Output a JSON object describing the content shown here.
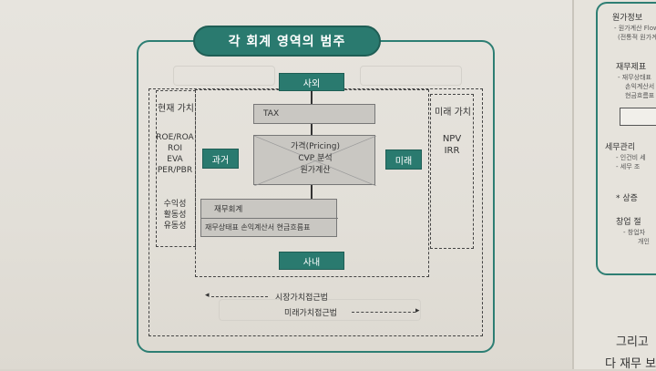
{
  "diagram": {
    "title": "각 회계 영역의 범주",
    "top_box": "사외",
    "bottom_box": "사내",
    "left_box": "과거",
    "right_box": "미래",
    "tax_box": "TAX",
    "center_box": [
      "가격(Pricing)",
      "CVP 분석",
      "원가계산"
    ],
    "financial_box_title": "재무회계",
    "financial_box_items": "재무상태표  손익계산서  현금흐름표",
    "left_panel": {
      "title": "현재 가치",
      "group1": [
        "ROE/ROA",
        "ROI",
        "EVA",
        "PER/PBR"
      ],
      "group2": [
        "수익성",
        "활동성",
        "유동성"
      ]
    },
    "right_panel": {
      "title": "미래 가치",
      "items": [
        "NPV",
        "IRR"
      ]
    },
    "arrow_market": "시장가치접근법",
    "arrow_future": "미래가치접근법"
  },
  "right_page": {
    "items": [
      "원가정보",
      "- 원가계산 Flow",
      "(전통적 원가계산",
      "재무제표",
      "- 재무상태표",
      "손익계산서",
      "현금흐름표",
      "세무관리",
      "- 인건비 세",
      "- 세무 조",
      "* 상증",
      "창업 절",
      "- 창업자",
      "개인"
    ],
    "body_text": [
      "그리고",
      "다 재무 보"
    ]
  },
  "colors": {
    "accent": "#2a7a6f",
    "box_gray": "#c9c7c2",
    "paper": "#e4e1da"
  }
}
